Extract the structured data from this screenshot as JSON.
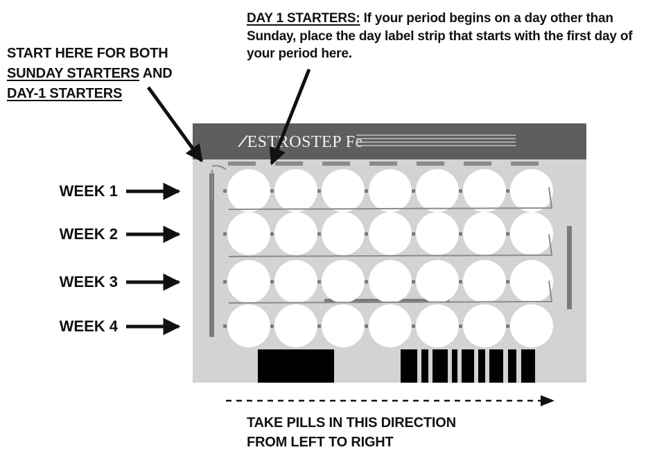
{
  "captions": {
    "day1_heading": "DAY 1 STARTERS:",
    "day1_body": "If your period begins on a day other than Sunday, place the day label strip that starts with the first day of your period here.",
    "start_line1": "START HERE FOR BOTH",
    "start_line2_underlined": "SUNDAY STARTERS",
    "start_line2_rest": " AND",
    "start_line3": "DAY-1 STARTERS",
    "direction_line1": "TAKE PILLS IN THIS DIRECTION",
    "direction_line2": "FROM LEFT TO RIGHT"
  },
  "weeks": [
    "WEEK 1",
    "WEEK 2",
    "WEEK 3",
    "WEEK 4"
  ],
  "pack": {
    "brand": "ESTROSTEP Fe",
    "days_per_week": 7,
    "weeks": 4
  },
  "colors": {
    "pack_body": "#d3d3d3",
    "pack_header": "#5e5e5e",
    "pill": "#ffffff",
    "ink": "#111111"
  }
}
